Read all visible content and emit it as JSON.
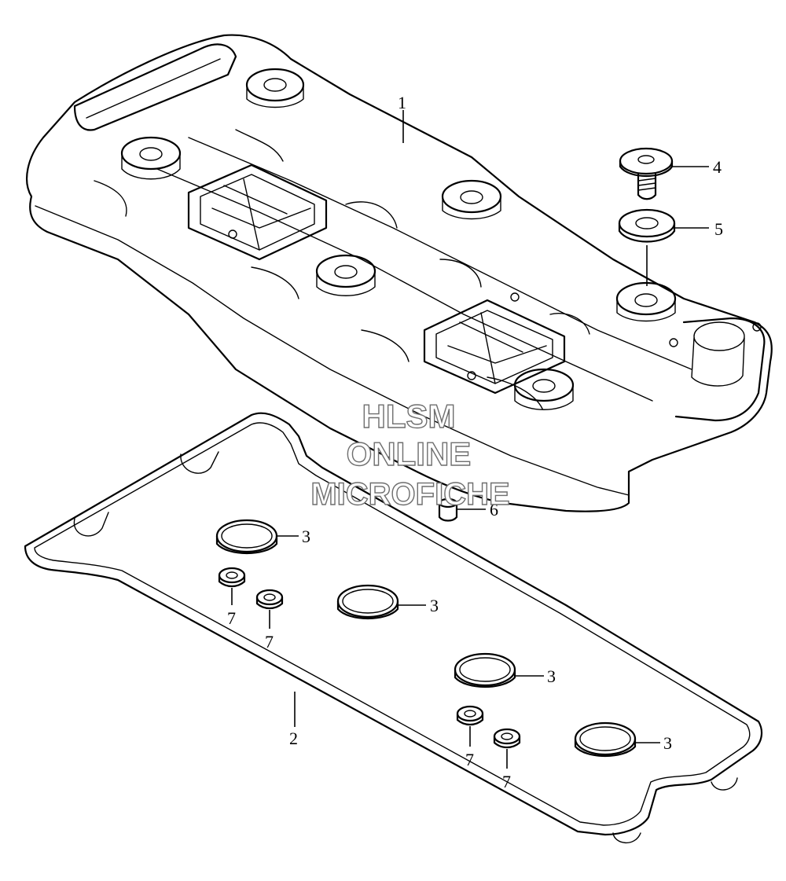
{
  "callouts": {
    "c1": "1",
    "c2": "2",
    "c3a": "3",
    "c3b": "3",
    "c3c": "3",
    "c3d": "3",
    "c4": "4",
    "c5": "5",
    "c6": "6",
    "c7a": "7",
    "c7b": "7",
    "c7c": "7",
    "c7d": "7"
  },
  "watermark": {
    "line1": "HLSM",
    "line2": "ONLINE",
    "line3": "MICROFICHE"
  }
}
